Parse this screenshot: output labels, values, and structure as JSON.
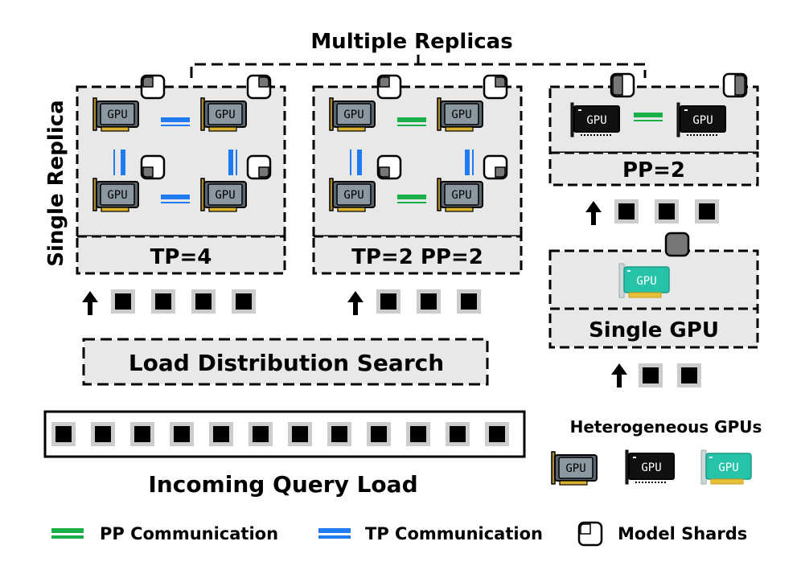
{
  "title": "Multiple Replicas",
  "side_label": "Single Replica",
  "gpu_text": "GPU",
  "configs": {
    "tp4": "TP=4",
    "tp2pp2": "TP=2 PP=2",
    "pp2": "PP=2",
    "single": "Single GPU"
  },
  "load_search": "Load Distribution Search",
  "incoming": "Incoming Query Load",
  "hetero": "Heterogeneous GPUs",
  "legend": {
    "pp": "PP Communication",
    "tp": "TP Communication",
    "shards": "Model Shards"
  },
  "colors": {
    "pp": "#19b04a",
    "tp": "#1e7cf0",
    "panel": "#e8e8e8",
    "gpu_gray": "#7f8b94",
    "gpu_black": "#111111",
    "gpu_teal": "#27c3a8"
  },
  "query_counts": {
    "tp4": 4,
    "tp2pp2": 3,
    "pp2": 3,
    "single": 2,
    "incoming": 12
  }
}
